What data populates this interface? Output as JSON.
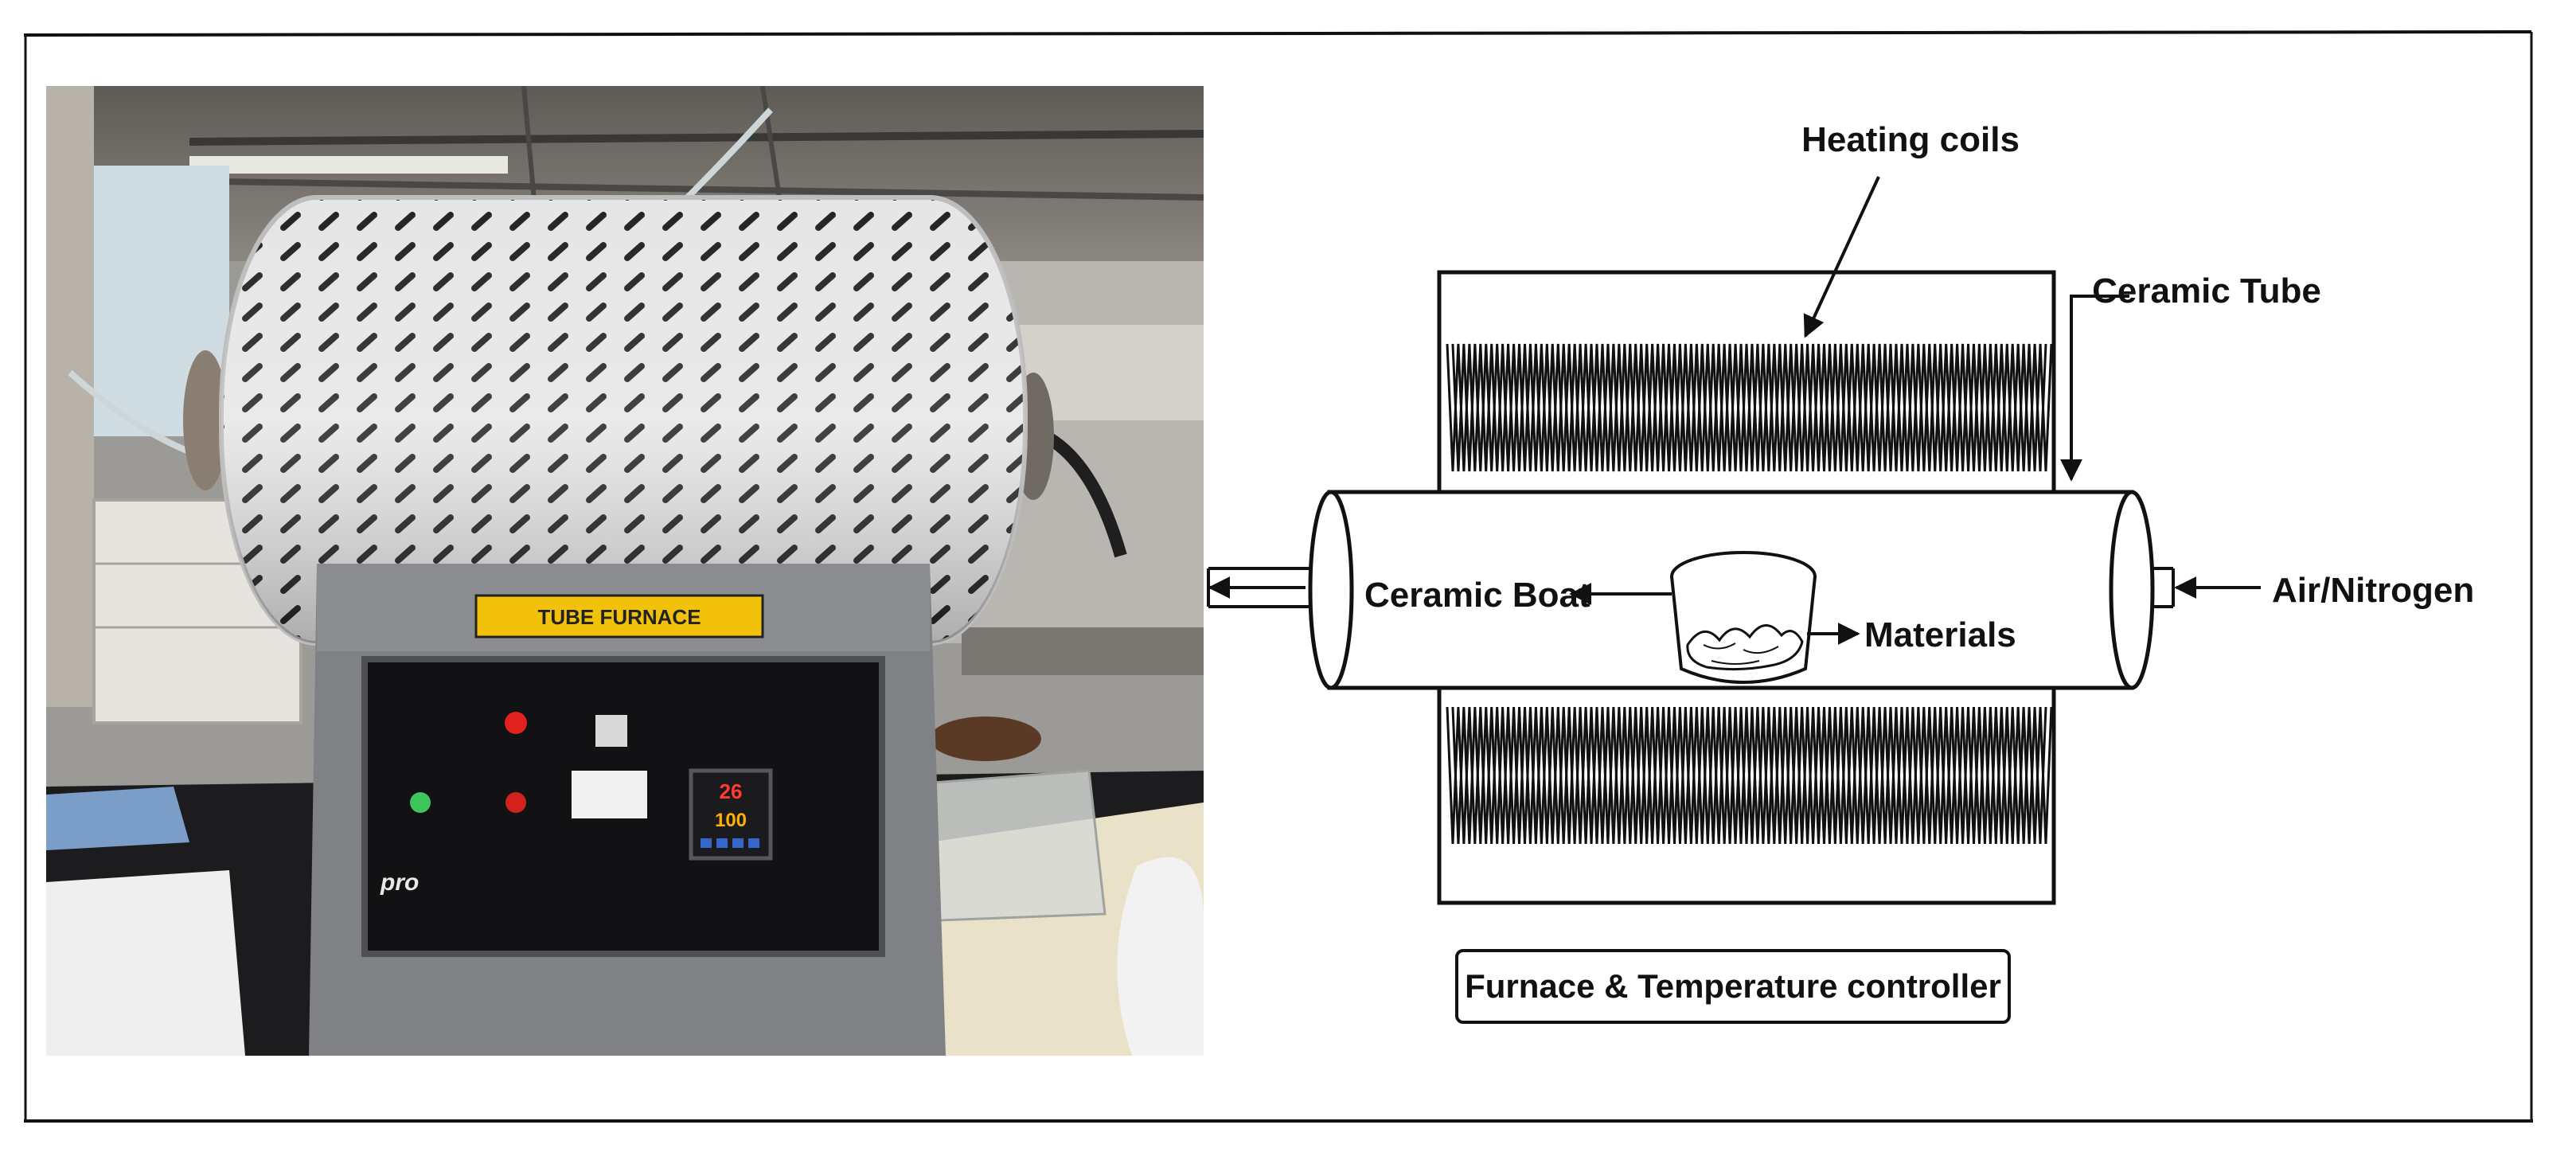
{
  "photo": {
    "furnace_label": "TUBE FURNACE",
    "brand_label": "pro",
    "controller_display_top": "26",
    "controller_display_bottom": "100"
  },
  "diagram": {
    "labels": {
      "heating_coils": "Heating coils",
      "ceramic_tube": "Ceramic Tube",
      "ceramic_boat": "Ceramic Boat",
      "materials": "Materials",
      "air_nitrogen": "Air/Nitrogen",
      "furnace_controller": "Furnace & Temperature controller"
    }
  }
}
